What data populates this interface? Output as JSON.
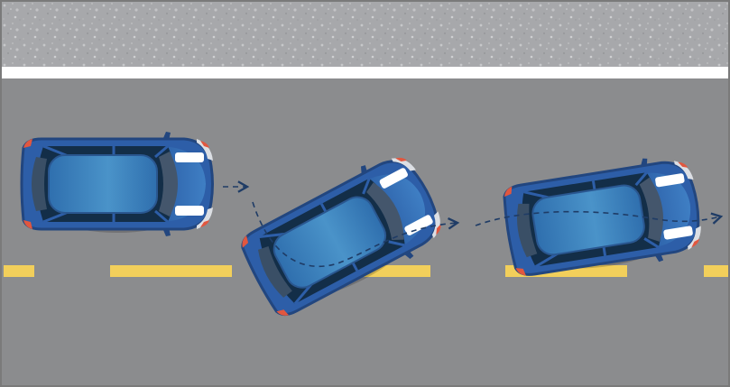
{
  "scene": {
    "description_icons": [
      "car-icon",
      "arrow-icon",
      "path-icon"
    ],
    "colors": {
      "sidewalk": "#a7a8ab",
      "sidewalk_speckle": "#c7c8ca",
      "curb_line": "#ffffff",
      "road": "#8b8c8e",
      "lane_marking": "#f2cf5b",
      "car_body": "#2d5ea8",
      "car_body_dark": "#22467f",
      "car_roof": "#3b82be",
      "car_glass": "#132e48",
      "headlight": "#ffffff",
      "taillight": "#e1573f",
      "trajectory": "#1f3c66"
    },
    "cars": [
      {
        "label": "",
        "stage": "driving-straight",
        "heading_deg": 0
      },
      {
        "label": "",
        "stage": "swerving",
        "heading_deg": -28
      },
      {
        "label": "",
        "stage": "recovering",
        "heading_deg": -9
      }
    ]
  }
}
